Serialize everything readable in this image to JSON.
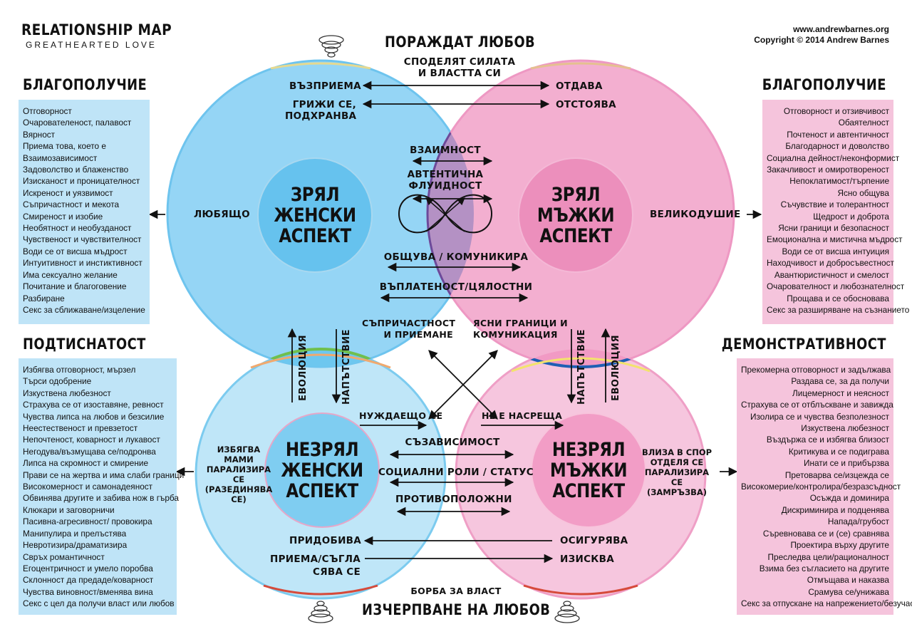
{
  "brand": {
    "title": "RELATIONSHIP MAP",
    "subtitle": "GREATHEARTED LOVE"
  },
  "site": {
    "url": "www.andrewbarnes.org",
    "copyright": "Copyright © 2014  Andrew Barnes"
  },
  "top": {
    "title": "ПОРАЖДАТ ЛЮБОВ",
    "subtitle_1": "СПОДЕЛЯТ СИЛАТА",
    "subtitle_2": "И ВЛАСТТА СИ"
  },
  "bottom": {
    "subtitle": "БОРБА ЗА ВЛАСТ",
    "title": "ИЗЧЕРПВАНЕ НА ЛЮБОВ"
  },
  "panels": {
    "top_left": {
      "heading": "БЛАГОПОЛУЧИЕ",
      "items": [
        "Отговорност",
        "Очарователеност, палавост",
        "Вярност",
        "Приема това, което е",
        "Взаимозависимост",
        "Задоволство и блаженство",
        "Изисканост и проницателност",
        "Искреност и уязвимост",
        "Съпричастност и мекота",
        "Смиреност и изобие",
        "Необятност и необузданост",
        "Чувственост и чувствителност",
        "Води се от висша мъдрост",
        "Интуитивност и инстиктивност",
        "Има сексуално желание",
        "Почитание и благоговение",
        "Разбиране",
        "Секс за сближаване/изцеление"
      ]
    },
    "top_right": {
      "heading": "БЛАГОПОЛУЧИЕ",
      "items": [
        "Отговорност и отзивчивост",
        "Обаятелност",
        "Почтеност и автентичност",
        "Благодарност и доволство",
        "Социална дейност/неконформист",
        "Закачливост и омиротвореност",
        "Непоклатимост/търпение",
        "Ясно общува",
        "Съчувствие и толерантност",
        "Щедрост и доброта",
        "Ясни граници и безопасност",
        "Емоционална и мистична мъдрост",
        "Води се от висша интуиция",
        "Находчивост и добросъвестност",
        "Авантюристичност и смелост",
        "Очарователност и любознателност",
        "Прощава и се обосновава",
        "Секс за разширяване на съзнанието"
      ]
    },
    "bottom_left": {
      "heading": "ПОДТИСНАТОСТ",
      "items": [
        "Избягва отговорност, мързел",
        "Търси одобрение",
        "Изкуствена любезност",
        "Страхува се от изоставяне, ревност",
        "Чувства липса на любов и безсилие",
        "Неестественост и превзетост",
        "Непочтеност, коварност и лукавост",
        "Негодува/възмущава се/подронва",
        "Липса на скромност и смирение",
        "Прави се на жертва и има слаби граници",
        "Високомерност и самонадеяност",
        "Обвинява другите и забива нож в гърба",
        "Клюкари и заговорничи",
        "Пасивна-агресивност/ провокира",
        "Манипулира и прелъстява",
        "Невротизира/драматизира",
        "Свръх романтичност",
        "Егоцентричност и умело поробва",
        "Склонност да предаде/коварност",
        "Чувства виновност/вменява вина",
        "Секс с цел да получи власт или любов"
      ]
    },
    "bottom_right": {
      "heading": "ДЕМОНСТРАТИВНОСТ",
      "items": [
        "Прекомерна отговорност и задължава",
        "Раздава се, за да получи",
        "Лицемерност и неясност",
        "Страхува се от отблъскване и завижда",
        "Изолира се и чувства безполезност",
        "Изкуствена любезност",
        "Въздържа се и избягва близост",
        "Критикува и се подиграва",
        "Инати се и прибързва",
        "Претоварва се/изцежда се",
        "Високомерие/контролира/безразсъдност",
        "Осъжда и доминира",
        "Дискриминира и подценява",
        "Нападa/грубост",
        "Съревновава се и (се) сравнява",
        "Проектира върху другите",
        "Преследва цели/рационалност",
        "Взима без съгласието на другите",
        "Отмъщава и наказва",
        "Срамува се/унижава",
        "Секс за отпускане на напрежението/безучастност"
      ]
    }
  },
  "circles": {
    "mature_female": "ЗРЯЛ ЖЕНСКИ АСПЕКТ",
    "mature_male": "ЗРЯЛ МЪЖКИ АСПЕКТ",
    "immature_female": "НЕЗРЯЛ ЖЕНСКИ АСПЕКТ",
    "immature_male": "НЕЗРЯЛ МЪЖКИ АСПЕКТ"
  },
  "labels": {
    "receives": "ВЪЗПРИЕМА",
    "gives": "ОТДАВА",
    "cares_1": "ГРИЖИ СЕ,",
    "cares_2": "ПОДХРАНВА",
    "stands": "ОТСТОЯВА",
    "reciprocity": "ВЗАИМНОСТ",
    "authentic_1": "АВТЕНТИЧНА",
    "authentic_2": "ФЛУИДНОСТ",
    "communicates": "ОБЩУВА / КОМУНИКИРА",
    "embodiment": "ВЪПЛАТЕНОСТ/ЦЯЛОСТНИ",
    "loving": "ЛЮБЯЩО",
    "generosity": "ВЕЛИКОДУШИЕ",
    "compassion_1": "СЪПРИЧАСТНОСТ",
    "compassion_2": "И ПРИЕМАНЕ",
    "boundaries_1": "ЯСНИ ГРАНИЦИ И",
    "boundaries_2": "КОМУНИКАЦИЯ",
    "evolution": "ЕВОЛЮЦИЯ",
    "abandonment": "НАПЪТСТВИЕ",
    "needy": "НУЖДАЕЩО СЕ",
    "not_meeting": "НЕ Е НАСРЕЩА",
    "codependency": "СЪЗАВИСИМОСТ",
    "social_roles": "СОЦИАЛНИ РОЛИ / СТАТУС",
    "opposites": "ПРОТИВОПОЛОЖНИ",
    "acquires": "ПРИДОБИВА",
    "provides": "ОСИГУРЯВА",
    "accepts_1": "ПРИЕМА/СЪГЛА",
    "accepts_2": "СЯВА СЕ",
    "demands": "ИЗИСКВА",
    "avoids_1": "ИЗБЯГВА",
    "avoids_2": "МАМИ",
    "avoids_3": "ПАРАЛИЗИРА",
    "avoids_4": "СЕ",
    "avoids_5": "(РАЗЕДИНЯВА",
    "avoids_6": "СЕ)",
    "argues_1": "ВЛИЗА В СПОР",
    "argues_2": "ОТДЕЛЯ СЕ",
    "argues_3": "ПАРАЛИЗИРА",
    "argues_4": "СЕ",
    "argues_5": "(ЗАМРЪЗВА)"
  },
  "colors": {
    "blue": "#8fd3f5",
    "blue_inner": "#6cc6ef",
    "pink": "#f2a9cc",
    "pink_inner": "#ee8dba",
    "overlap": "#b28fbf"
  }
}
